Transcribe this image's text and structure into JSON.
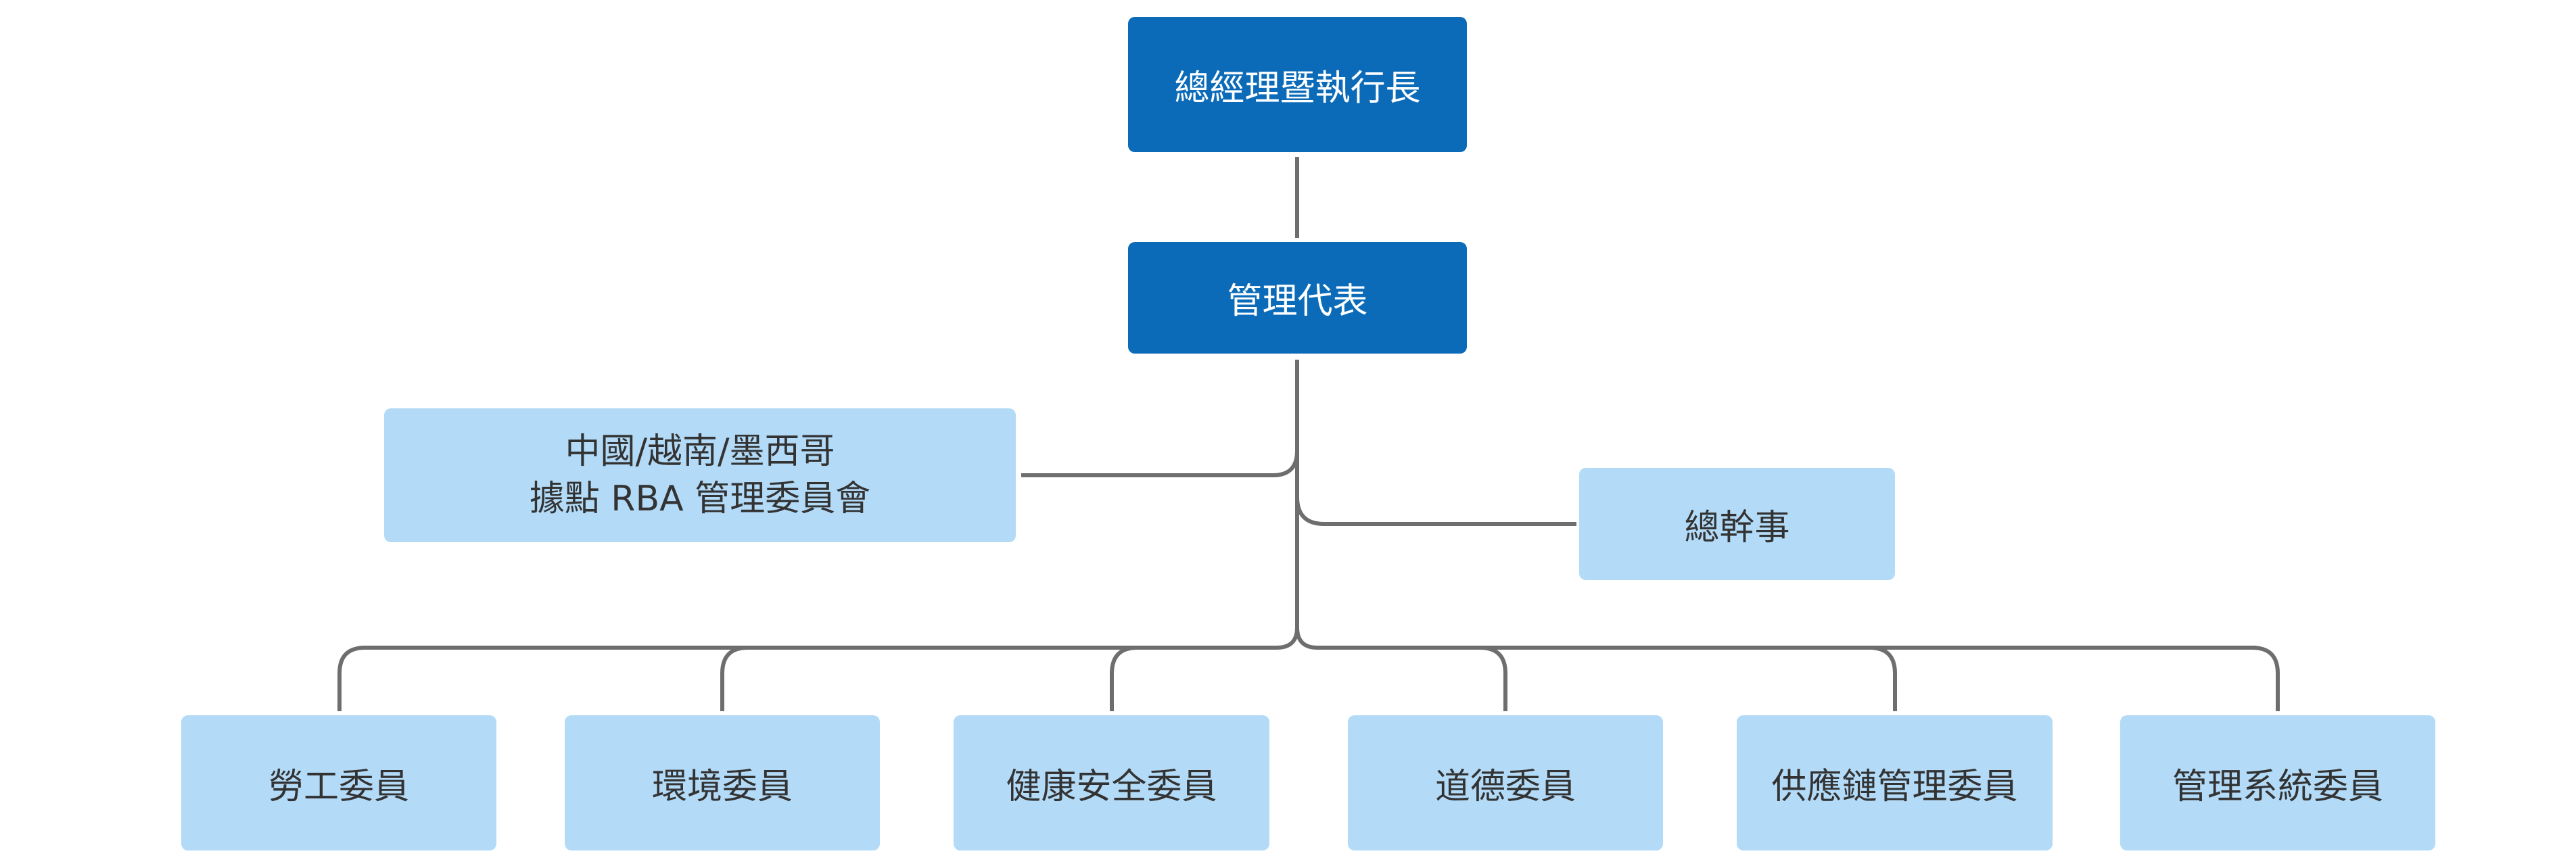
{
  "ceo": {
    "label": "總經理暨執行長"
  },
  "rep": {
    "label": "管理代表"
  },
  "site_committee": {
    "line1": "中國/越南/墨西哥",
    "line2": "據點 RBA 管理委員會"
  },
  "secretary": {
    "label": "總幹事"
  },
  "members": [
    {
      "label": "勞工委員"
    },
    {
      "label": "環境委員"
    },
    {
      "label": "健康安全委員"
    },
    {
      "label": "道德委員"
    },
    {
      "label": "供應鏈管理委員"
    },
    {
      "label": "管理系統委員"
    }
  ],
  "colors": {
    "dark_box": "#0b6bb8",
    "light_box": "#b3dbf8",
    "connector": "#6e6e6e"
  }
}
